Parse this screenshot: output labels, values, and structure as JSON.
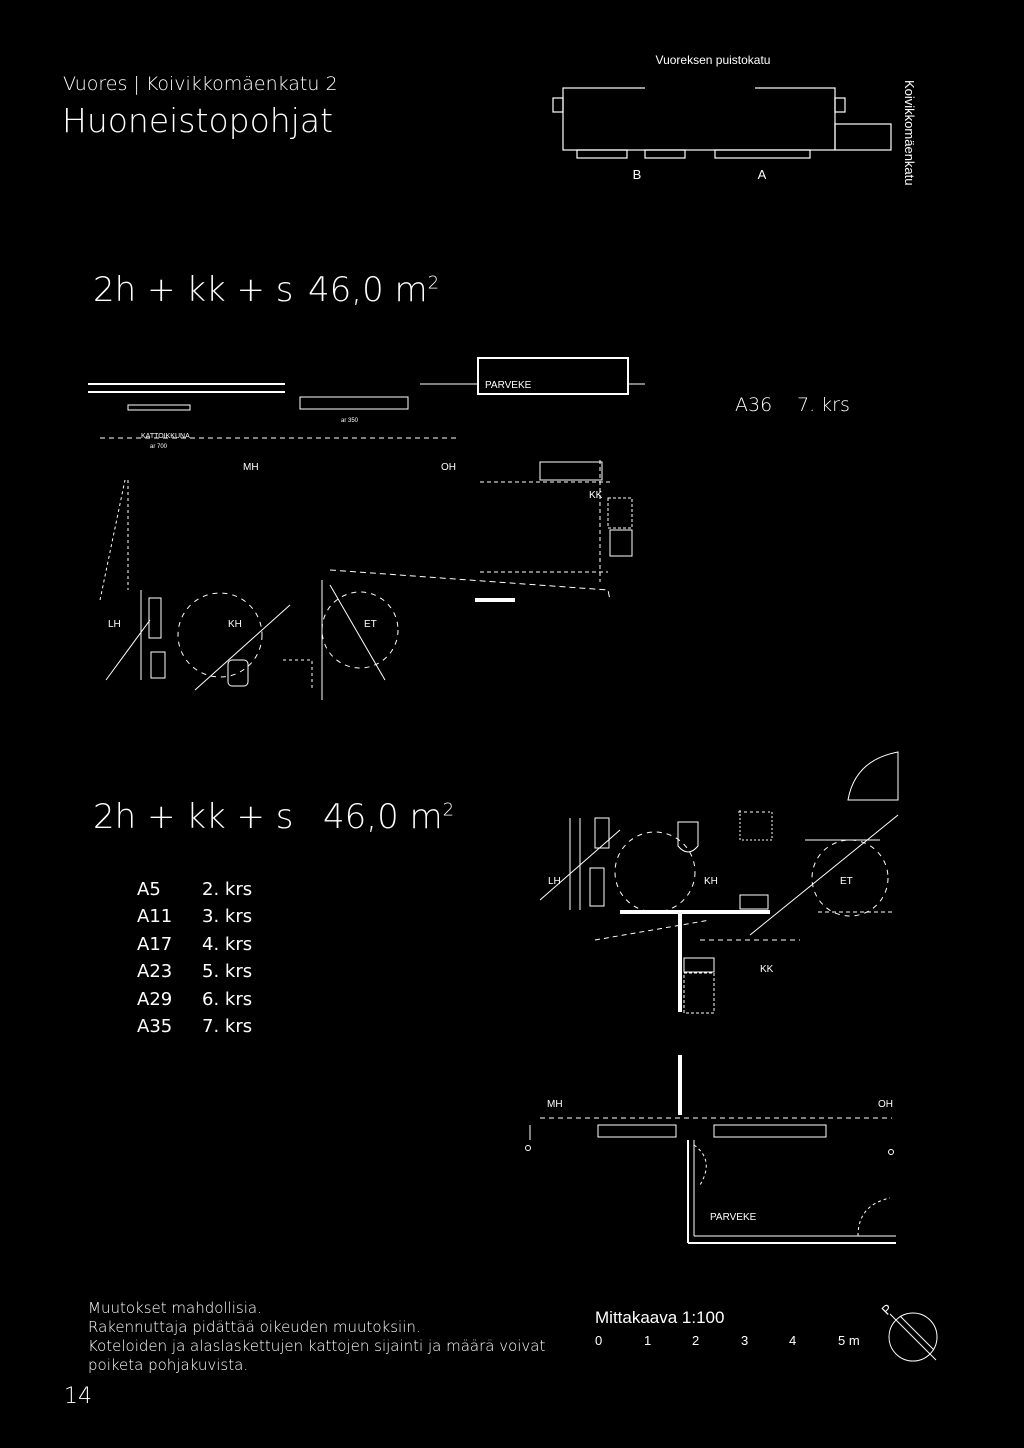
{
  "header": {
    "address": "Vuores | Koivikkomäenkatu 2",
    "title": "Huoneistopohjat"
  },
  "site_map": {
    "street_top": "Vuoreksen puistokatu",
    "street_right": "Koivikkomäenkatu",
    "building_b": "B",
    "building_a": "A"
  },
  "plan1": {
    "type_label": "2h + kk + s",
    "area_number": "46,0 m",
    "area_sup": "2",
    "unit": "A36",
    "floor": "7. krs",
    "rooms": {
      "balcony": "PARVEKE",
      "bedroom": "MH",
      "living": "OH",
      "kitchenette": "KK",
      "bathroom": "KH",
      "hall": "ET",
      "closet": "LH",
      "roof_window": "KATTOIKKUNA",
      "ar350": "ar 350",
      "ar700": "ar 700"
    }
  },
  "plan2": {
    "type_label": "2h + kk + s",
    "area_number": "46,0 m",
    "area_sup": "2",
    "units": [
      {
        "unit": "A5",
        "floor": "2. krs"
      },
      {
        "unit": "A11",
        "floor": "3. krs"
      },
      {
        "unit": "A17",
        "floor": "4. krs"
      },
      {
        "unit": "A23",
        "floor": "5. krs"
      },
      {
        "unit": "A29",
        "floor": "6. krs"
      },
      {
        "unit": "A35",
        "floor": "7. krs"
      }
    ],
    "rooms": {
      "closet": "LH",
      "bathroom": "KH",
      "hall": "ET",
      "kitchenette": "KK",
      "bedroom": "MH",
      "living": "OH",
      "balcony": "PARVEKE"
    }
  },
  "footer": {
    "notes": [
      "Muutokset mahdollisia.",
      "Rakennuttaja pidättää oikeuden muutoksiin.",
      "Koteloiden ja alaslaskettujen kattojen sijainti ja määrä voivat",
      "poiketa pohjakuvista."
    ],
    "page_number": "14",
    "scale_label": "Mittakaava 1:100",
    "scale_ticks": [
      "0",
      "1",
      "2",
      "3",
      "4",
      "5 m"
    ],
    "north": "P"
  }
}
